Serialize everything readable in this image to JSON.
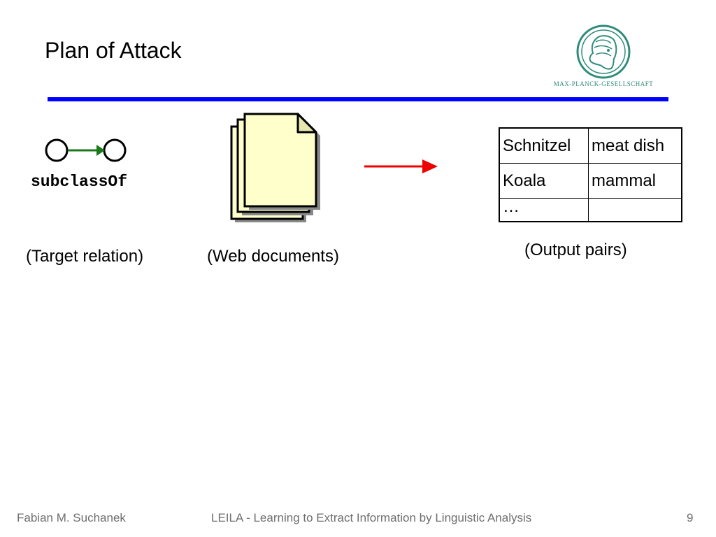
{
  "slide": {
    "title": "Plan of Attack"
  },
  "logo": {
    "text": "MAX-PLANCK-GESELLSCHAFT",
    "icon": "minerva-seal-icon"
  },
  "relation": {
    "name": "subclassOf",
    "node_color": "#000000",
    "edge_color": "#1a7a1a"
  },
  "captions": {
    "target": "(Target relation)",
    "web": "(Web documents)",
    "output": "(Output pairs)"
  },
  "documents": {
    "icon": "stacked-documents-icon",
    "page_color": "#ffffcc"
  },
  "arrow": {
    "icon": "right-arrow-icon",
    "color": "#ee0000"
  },
  "output_table": {
    "rows": [
      [
        "Schnitzel",
        "meat dish"
      ],
      [
        "Koala",
        "mammal"
      ],
      [
        "…",
        ""
      ]
    ]
  },
  "rule_color": "#0000ff",
  "footer": {
    "author": "Fabian M. Suchanek",
    "title": "LEILA - Learning to Extract Information by Linguistic Analysis",
    "page": "9"
  }
}
